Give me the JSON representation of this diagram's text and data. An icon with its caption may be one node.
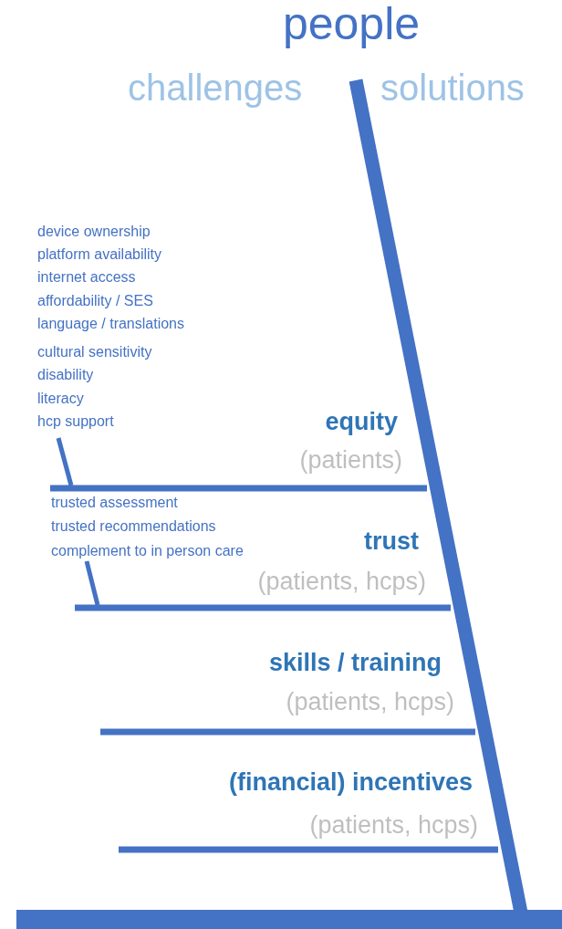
{
  "diagram": {
    "title": "people",
    "labels": [
      "challenges",
      "solutions",
      "device ownership",
      "platform availability",
      "internet access",
      "affordability / SES",
      "language / translations",
      "cultural sensitivity",
      "disability",
      "literacy",
      "hcp support",
      "equity",
      "(patients)",
      "trusted assessment",
      "trusted recommendations",
      "complement to in person care",
      "trust",
      "(patients, hcps)",
      "skills / training",
      "(patients, hcps)",
      "(financial) incentives",
      "(patients, hcps)"
    ]
  }
}
